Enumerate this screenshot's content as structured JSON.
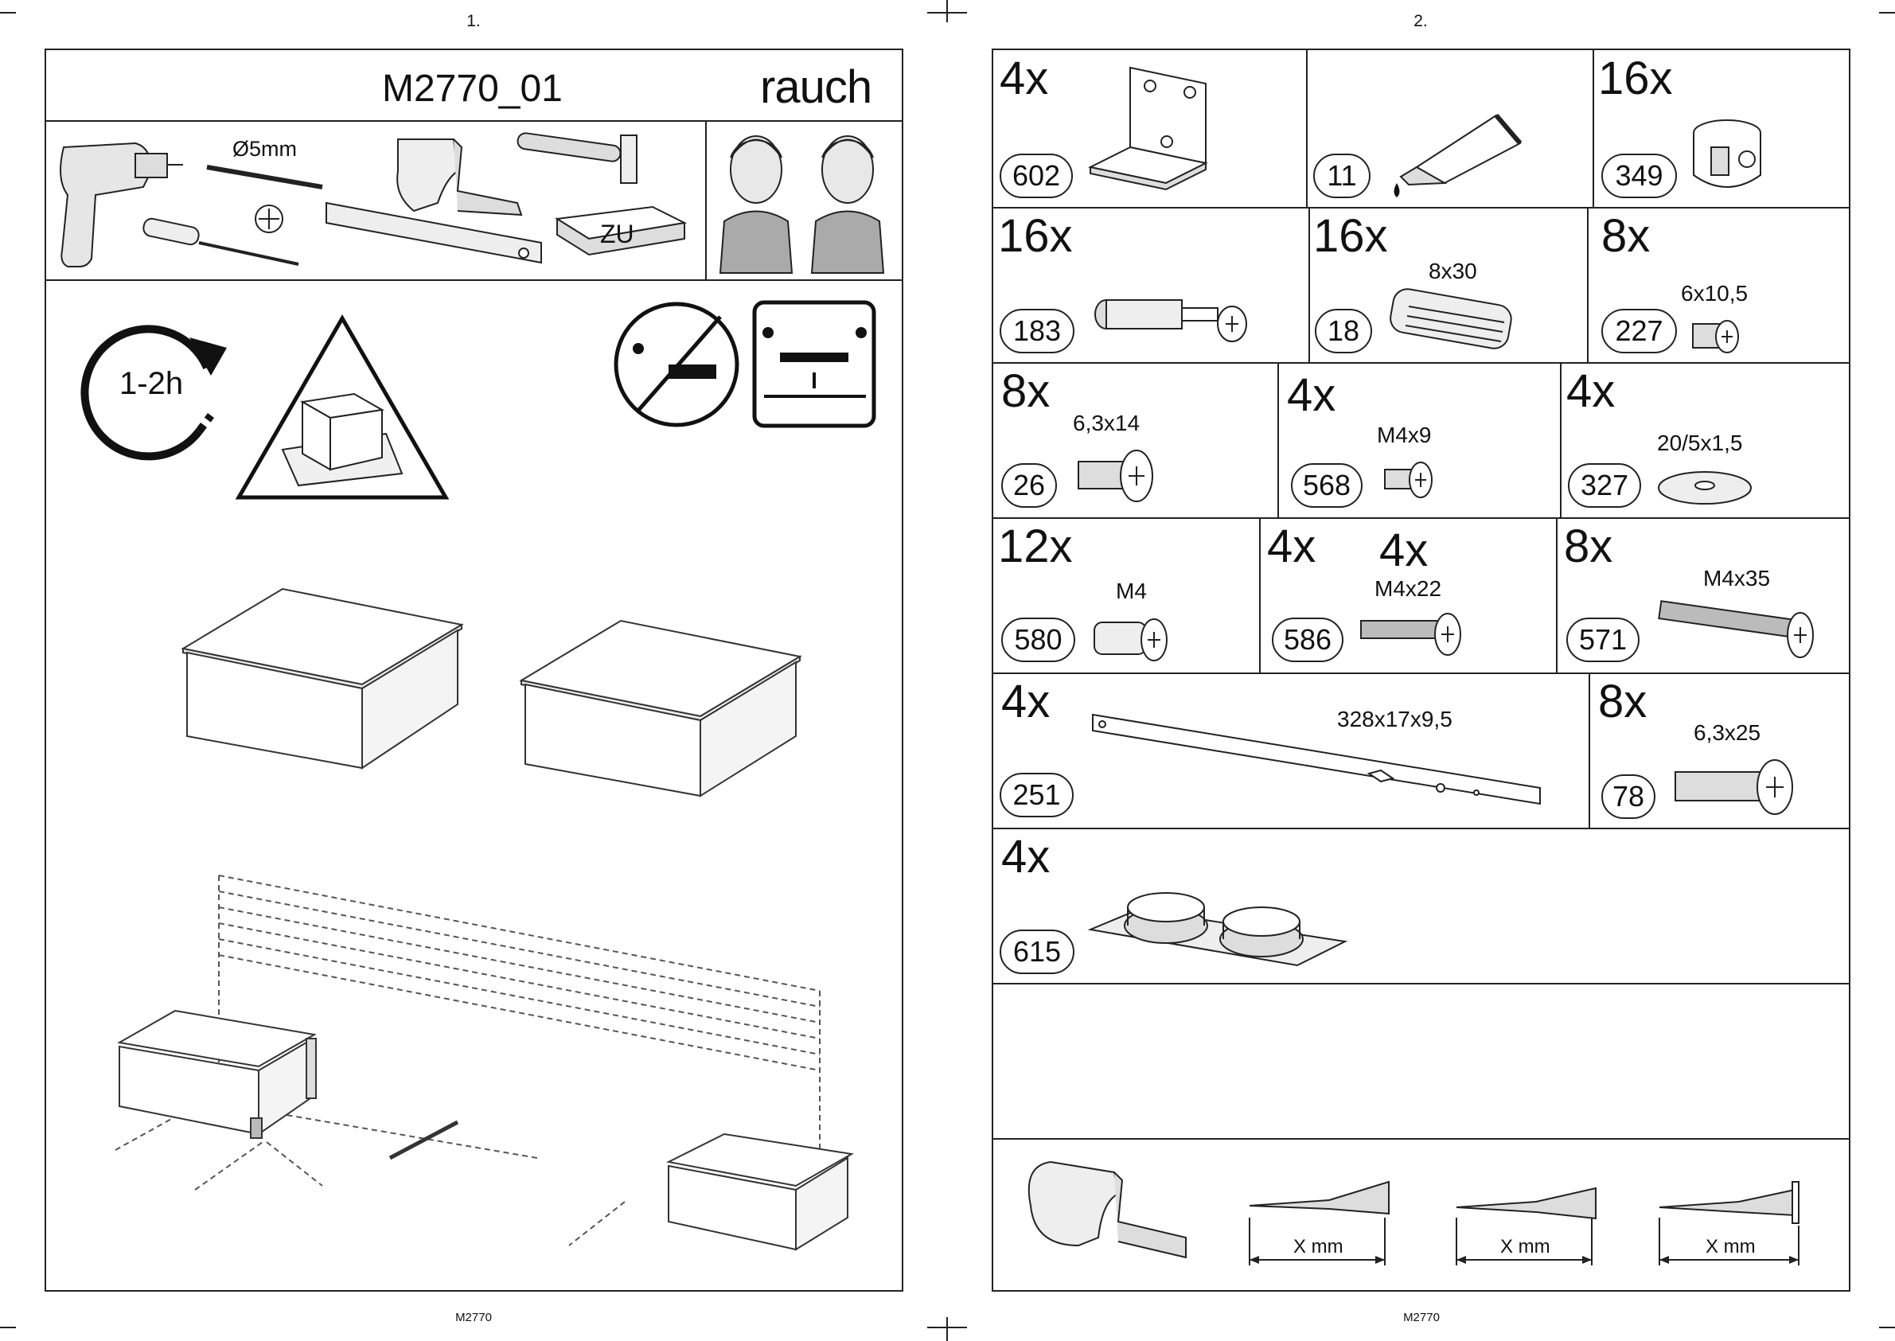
{
  "left_page": {
    "page_number": "1.",
    "model_title": "M2770_01",
    "brand": "rauch",
    "footer": "M2770",
    "tools": {
      "drill_bit_label": "Ø5mm",
      "block_label": "ZU"
    },
    "time_estimate": "1-2h"
  },
  "right_page": {
    "page_number": "2.",
    "footer": "M2770",
    "parts": [
      {
        "qty": "4x",
        "code": "602",
        "size": ""
      },
      {
        "qty": "",
        "code": "11",
        "size": ""
      },
      {
        "qty": "16x",
        "code": "349",
        "size": ""
      },
      {
        "qty": "16x",
        "code": "183",
        "size": ""
      },
      {
        "qty": "16x",
        "code": "18",
        "size": "8x30"
      },
      {
        "qty": "8x",
        "code": "227",
        "size": "6x10,5"
      },
      {
        "qty": "8x",
        "code": "26",
        "size": "6,3x14"
      },
      {
        "qty": "4x",
        "code": "568",
        "size": "M4x9"
      },
      {
        "qty": "4x",
        "code": "327",
        "size": "20/5x1,5"
      },
      {
        "qty": "12x",
        "code": "580",
        "size": "M4"
      },
      {
        "qty": "4x",
        "qty2": "4x",
        "code": "586",
        "size": "M4x22"
      },
      {
        "qty": "8x",
        "code": "571",
        "size": "M4x35"
      },
      {
        "qty": "4x",
        "code": "251",
        "size": "328x17x9,5"
      },
      {
        "qty": "8x",
        "code": "78",
        "size": "6,3x25"
      },
      {
        "qty": "4x",
        "code": "615",
        "size": ""
      }
    ],
    "measure_labels": [
      "X mm",
      "X mm",
      "X mm"
    ]
  }
}
